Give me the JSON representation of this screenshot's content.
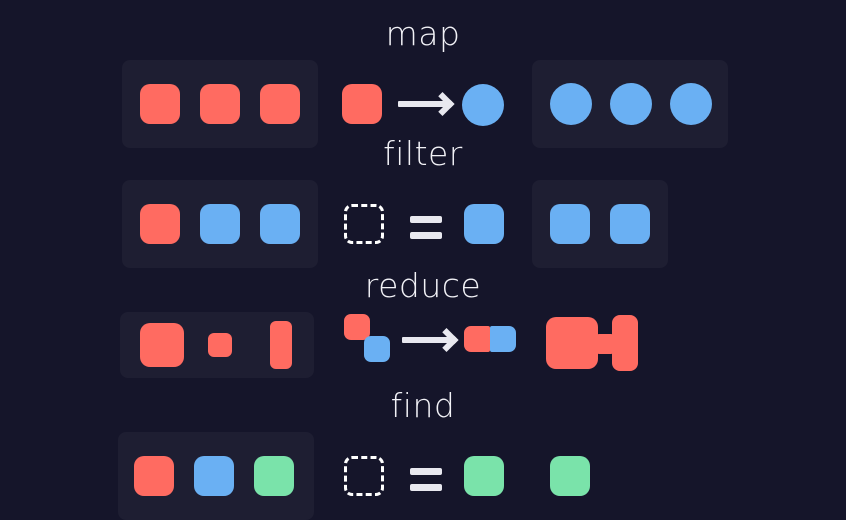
{
  "theme": {
    "background": "#15152a",
    "panel": "#1e1e32",
    "red": "#ff6b61",
    "blue": "#6ab0f3",
    "green": "#7ae3aa",
    "white": "#f2f2f7"
  },
  "diagram": {
    "title_color": "#f2f2f7",
    "rows": [
      {
        "label": "map",
        "operation": "map",
        "input": {
          "kind": "panel",
          "items": [
            {
              "shape": "square",
              "color": "#ff6b61"
            },
            {
              "shape": "square",
              "color": "#ff6b61"
            },
            {
              "shape": "square",
              "color": "#ff6b61"
            }
          ]
        },
        "transform": {
          "glyph": "arrow",
          "from": {
            "shape": "square",
            "color": "#ff6b61"
          },
          "to": {
            "shape": "circle",
            "color": "#6ab0f3"
          }
        },
        "output": {
          "kind": "panel",
          "items": [
            {
              "shape": "circle",
              "color": "#6ab0f3"
            },
            {
              "shape": "circle",
              "color": "#6ab0f3"
            },
            {
              "shape": "circle",
              "color": "#6ab0f3"
            }
          ]
        }
      },
      {
        "label": "filter",
        "operation": "filter",
        "input": {
          "kind": "panel",
          "items": [
            {
              "shape": "square",
              "color": "#ff6b61"
            },
            {
              "shape": "square",
              "color": "#6ab0f3"
            },
            {
              "shape": "square",
              "color": "#6ab0f3"
            }
          ]
        },
        "transform": {
          "glyph": "equals",
          "from": {
            "shape": "dashed-square",
            "color": "#ffffff"
          },
          "to": {
            "shape": "square",
            "color": "#6ab0f3"
          }
        },
        "output": {
          "kind": "panel",
          "items": [
            {
              "shape": "square",
              "color": "#6ab0f3"
            },
            {
              "shape": "square",
              "color": "#6ab0f3"
            }
          ]
        }
      },
      {
        "label": "reduce",
        "operation": "reduce",
        "input": {
          "kind": "panel",
          "items": [
            {
              "shape": "rect-large",
              "color": "#ff6b61"
            },
            {
              "shape": "rect-small",
              "color": "#ff6b61"
            },
            {
              "shape": "rect-tall",
              "color": "#ff6b61"
            }
          ]
        },
        "transform": {
          "glyph": "arrow",
          "from": {
            "shape": "offset-pair",
            "colors": [
              "#ff6b61",
              "#6ab0f3"
            ]
          },
          "to": {
            "shape": "joined-pair",
            "colors": [
              "#ff6b61",
              "#6ab0f3"
            ]
          }
        },
        "output": {
          "kind": "bare",
          "items": [
            {
              "shape": "merged-blocks",
              "color": "#ff6b61"
            }
          ]
        }
      },
      {
        "label": "find",
        "operation": "find",
        "input": {
          "kind": "panel",
          "items": [
            {
              "shape": "square",
              "color": "#ff6b61"
            },
            {
              "shape": "square",
              "color": "#6ab0f3"
            },
            {
              "shape": "square",
              "color": "#7ae3aa"
            }
          ]
        },
        "transform": {
          "glyph": "equals",
          "from": {
            "shape": "dashed-square",
            "color": "#ffffff"
          },
          "to": {
            "shape": "square",
            "color": "#7ae3aa"
          }
        },
        "output": {
          "kind": "bare",
          "items": [
            {
              "shape": "square",
              "color": "#7ae3aa"
            }
          ]
        }
      }
    ]
  }
}
